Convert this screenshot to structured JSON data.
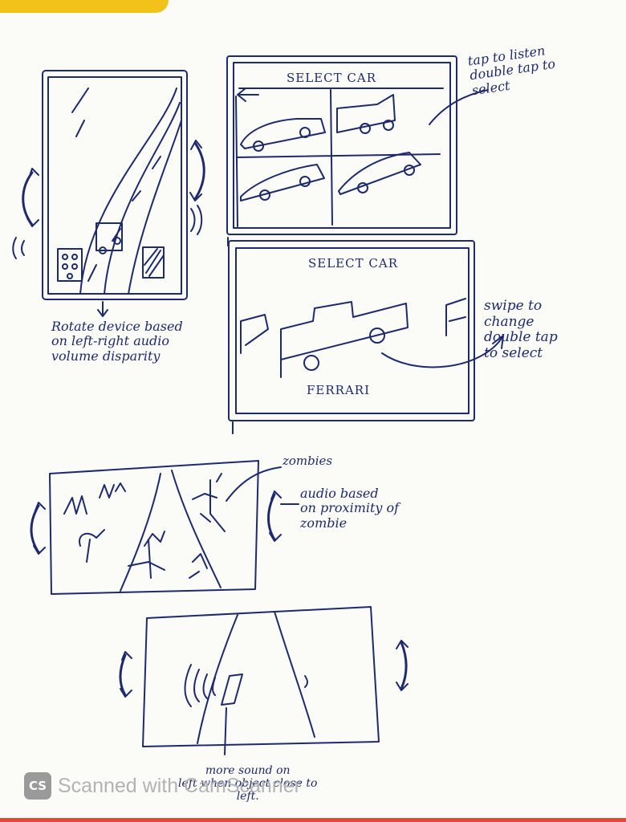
{
  "colors": {
    "ink": "#1e2a6e",
    "paper": "#fbfbf8",
    "accent_corner": "#f3c21a"
  },
  "panel1": {
    "caption": "Rotate device based\non left-right audio\nvolume disparity"
  },
  "panel2": {
    "title": "SELECT CAR",
    "back_icon": "left-arrow-icon",
    "note": "tap to listen\ndouble tap to\nselect"
  },
  "panel3": {
    "title": "SELECT CAR",
    "car_name": "FERRARI",
    "note": "swipe to\nchange\ndouble tap\nto select"
  },
  "panel4": {
    "label_zombies": "zombies",
    "note": "audio based\non proximity of\nzombie"
  },
  "panel5": {
    "caption": "more sound on\nleft when object close to\nleft."
  },
  "watermark": {
    "logo": "CS",
    "text": "Scanned with CamScanner"
  }
}
